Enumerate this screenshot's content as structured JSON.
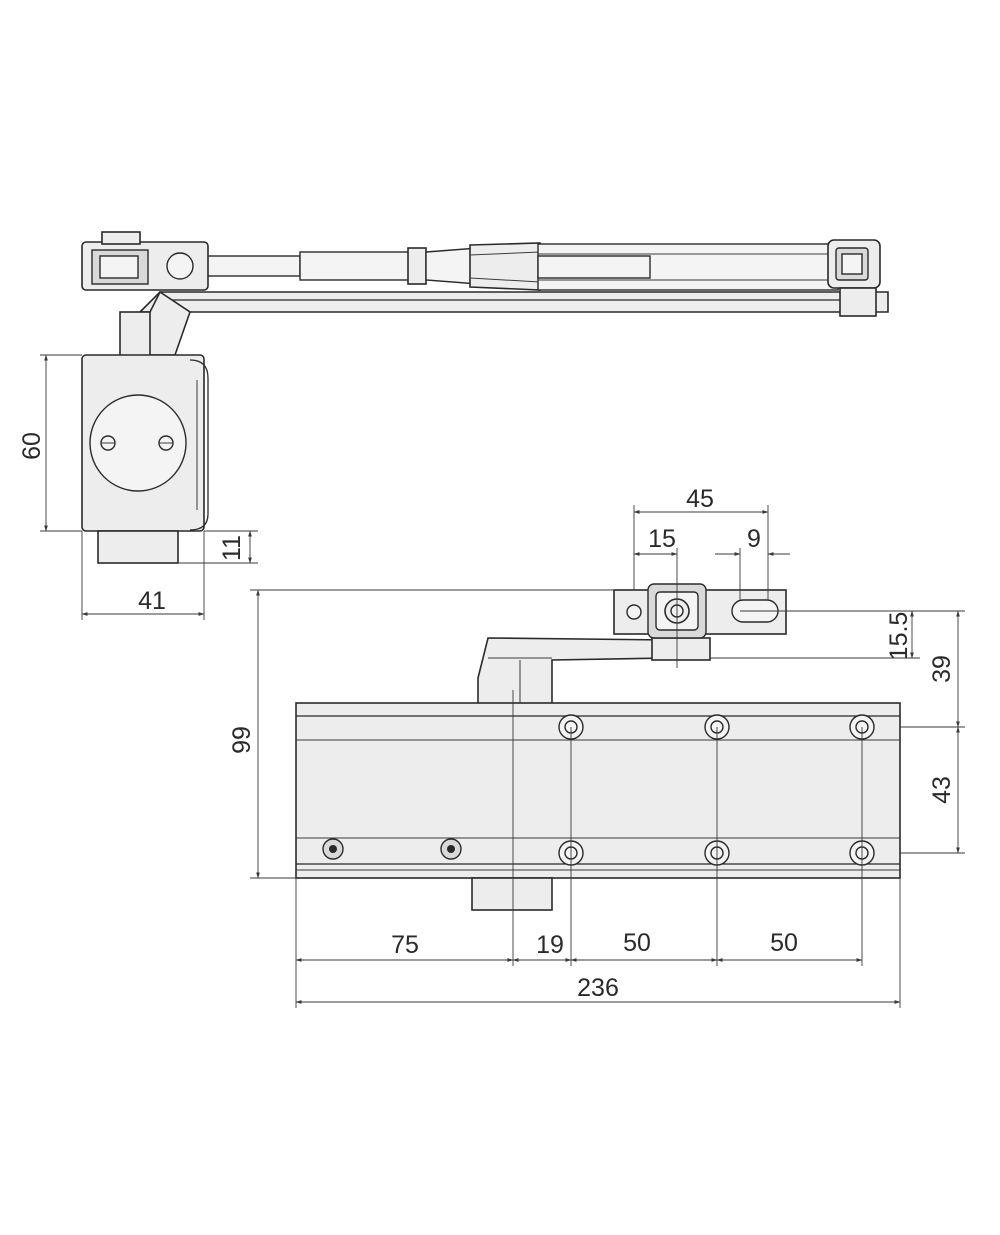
{
  "dimensions": {
    "side_height": "60",
    "side_boss": "11",
    "side_depth": "41",
    "bracket_width": "45",
    "bracket_offset": "15",
    "bracket_slot": "9",
    "bracket_height": "15.5",
    "arm_to_holes": "39",
    "hole_spacing_vertical": "43",
    "overall_height": "99",
    "spindle_offset": "75",
    "spindle_to_hole": "19",
    "hole_pitch_1": "50",
    "hole_pitch_2": "50",
    "overall_length": "236"
  },
  "colors": {
    "line": "#2a2a2a",
    "fill": "#ededed"
  }
}
